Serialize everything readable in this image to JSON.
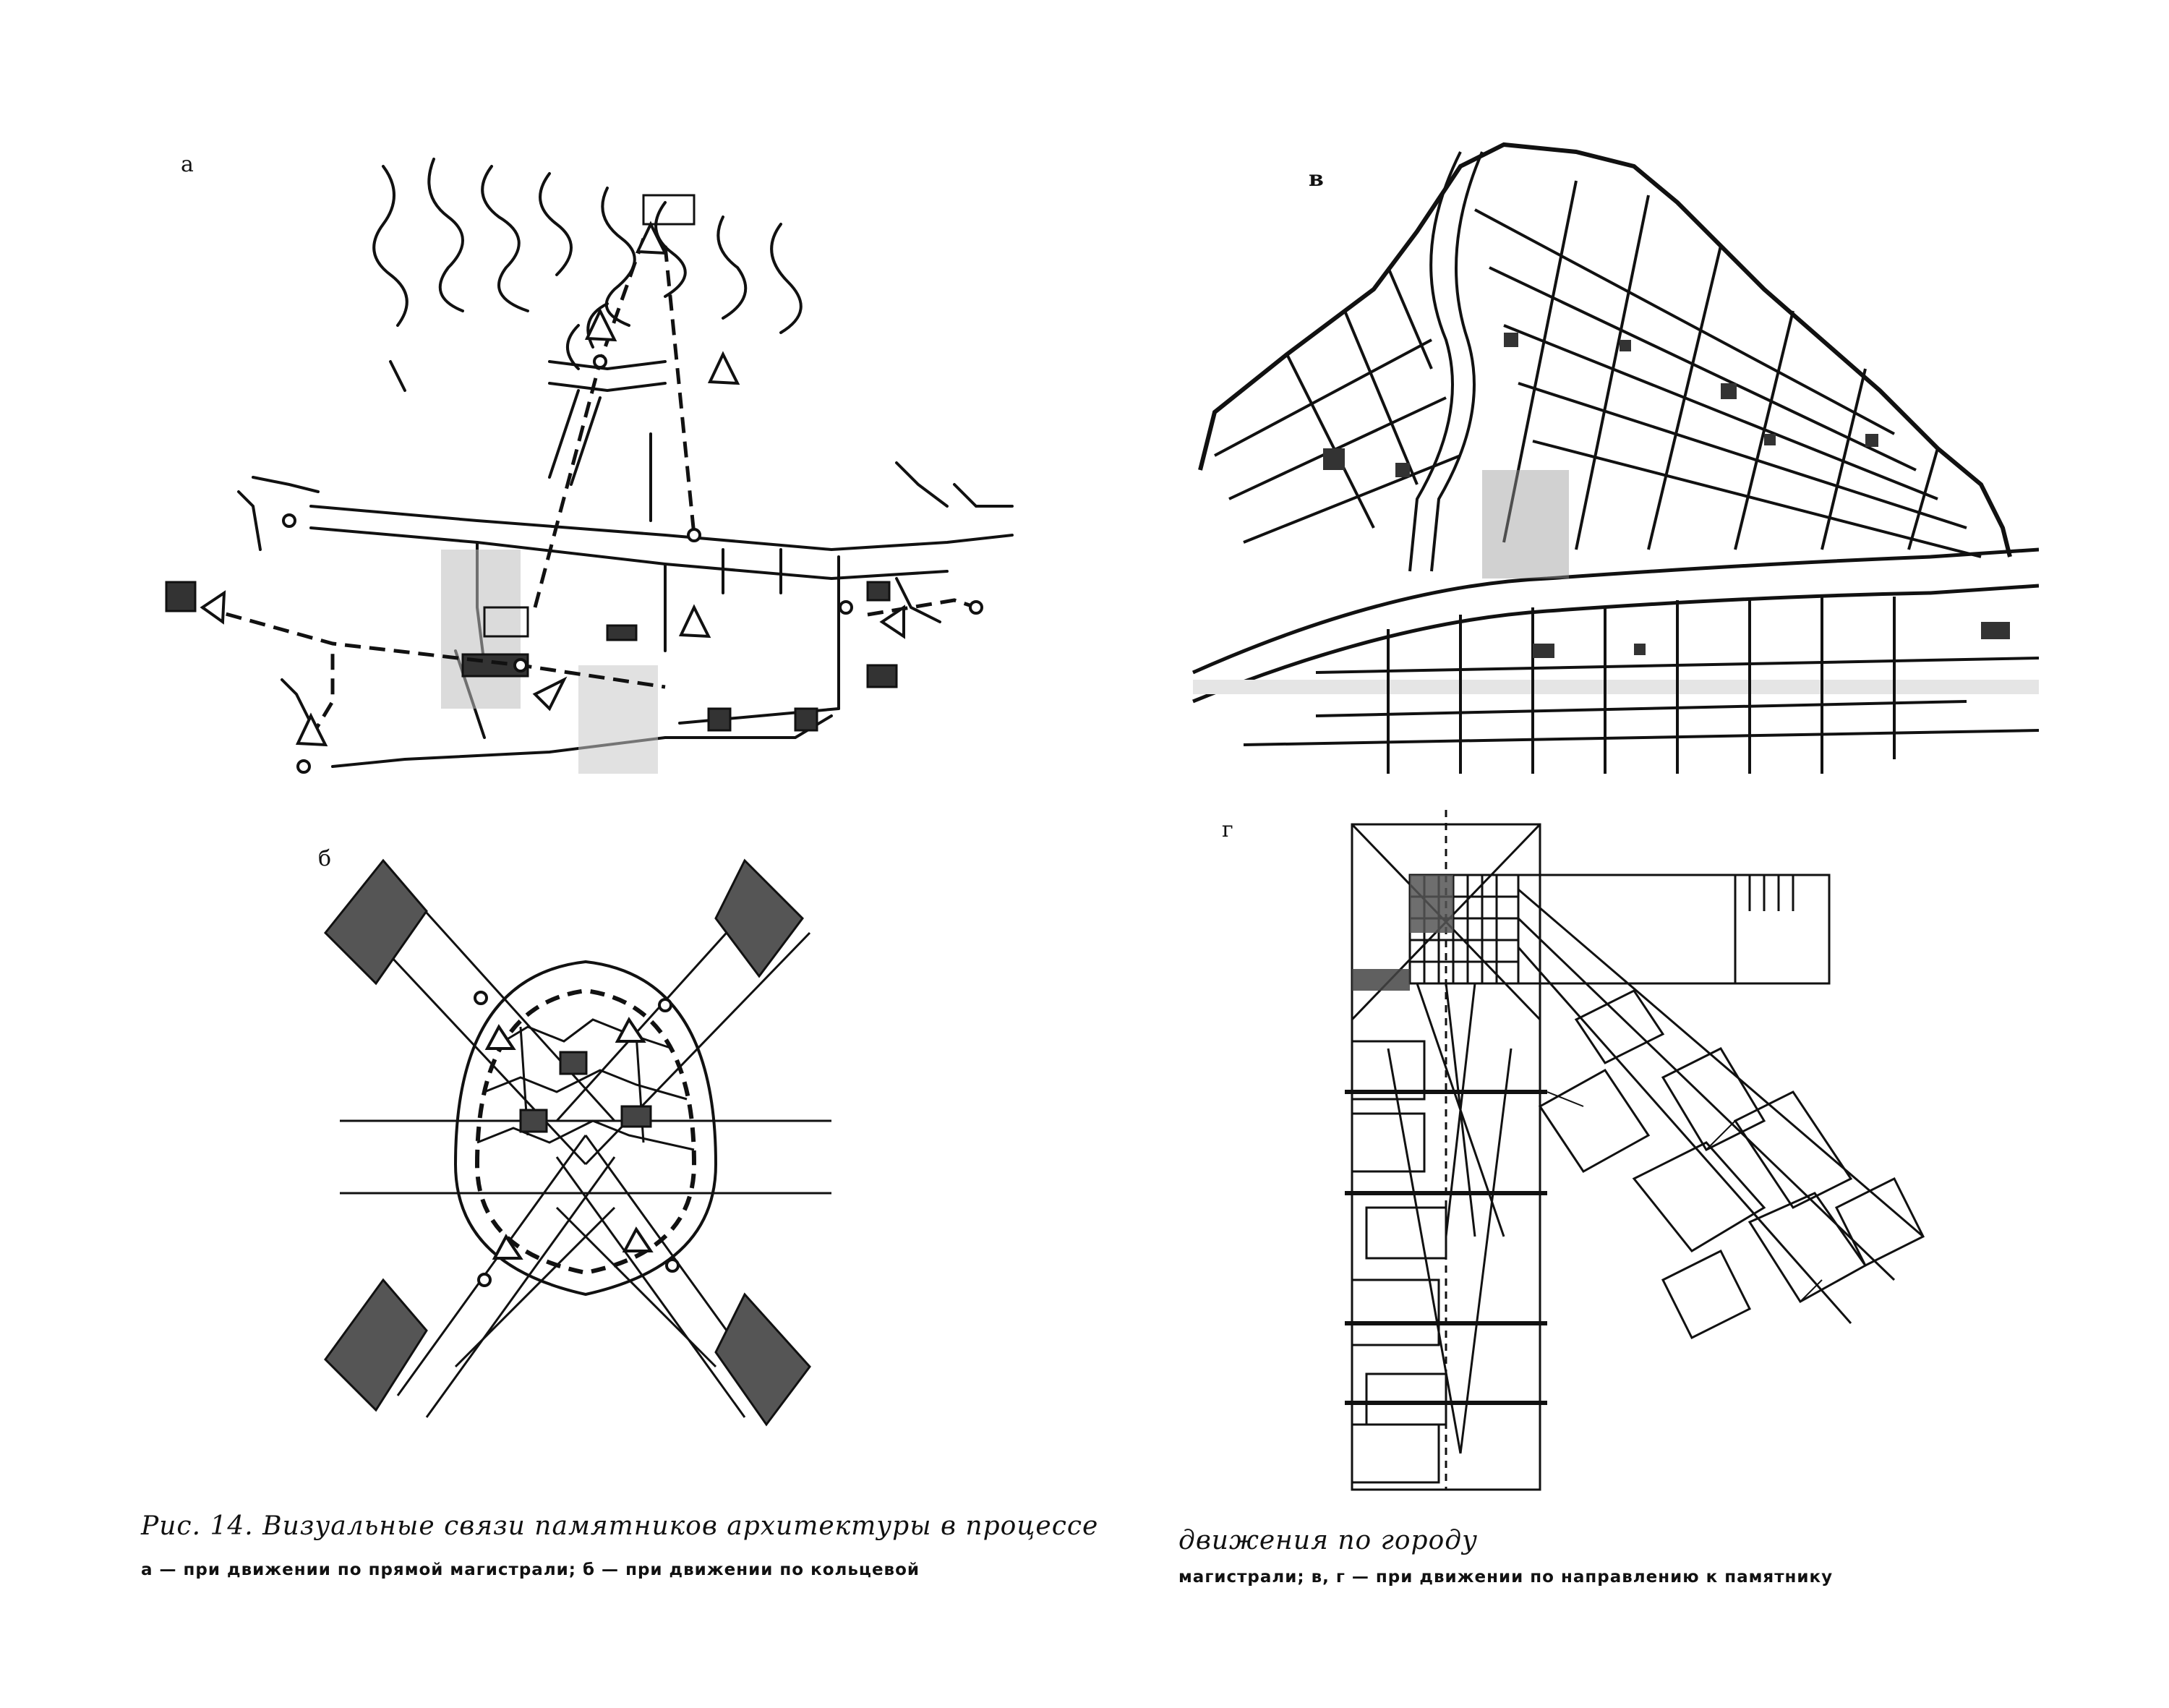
{
  "figure": {
    "panel_labels": {
      "a": "а",
      "b": "б",
      "v": "в",
      "g": "г"
    },
    "caption": {
      "title_left": "Рис. 14. Визуальные связи памятников архитектуры в процессе",
      "title_right": "движения по городу",
      "sub_left": "а — при движении по прямой магистрали; б — при движении по кольцевой",
      "sub_right": "магистрали; в, г — при движении по направлению к памятнику"
    }
  }
}
